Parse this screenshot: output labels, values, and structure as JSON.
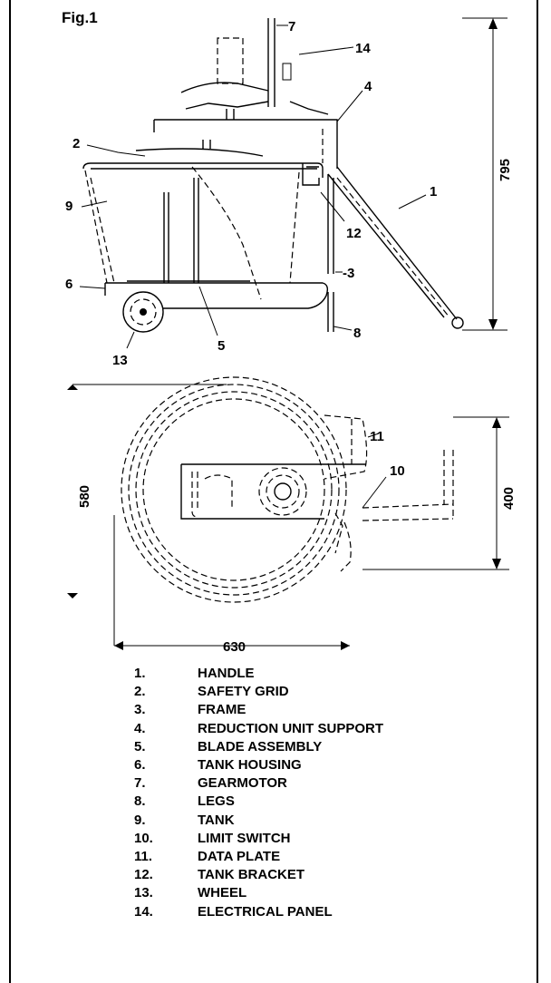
{
  "figure": {
    "title": "Fig.1"
  },
  "side_view": {
    "labels": [
      "7",
      "14",
      "4",
      "2",
      "1",
      "9",
      "12",
      "6",
      "-3",
      "8",
      "5",
      "13"
    ],
    "dimension_height": "795"
  },
  "top_view": {
    "labels": [
      "11",
      "10"
    ],
    "dimension_depth": "580",
    "dimension_width": "630",
    "dimension_bracket": "400"
  },
  "legend": [
    {
      "num": "1.",
      "text": "HANDLE"
    },
    {
      "num": "2.",
      "text": "SAFETY GRID"
    },
    {
      "num": "3.",
      "text": "FRAME"
    },
    {
      "num": "4.",
      "text": "REDUCTION UNIT SUPPORT"
    },
    {
      "num": "5.",
      "text": "BLADE ASSEMBLY"
    },
    {
      "num": "6.",
      "text": "TANK HOUSING"
    },
    {
      "num": "7.",
      "text": "GEARMOTOR"
    },
    {
      "num": "8.",
      "text": "LEGS"
    },
    {
      "num": "9.",
      "text": "TANK"
    },
    {
      "num": "10.",
      "text": "LIMIT SWITCH"
    },
    {
      "num": "11.",
      "text": "DATA PLATE"
    },
    {
      "num": "12.",
      "text": "TANK BRACKET"
    },
    {
      "num": "13.",
      "text": "WHEEL"
    },
    {
      "num": "14.",
      "text": "ELECTRICAL PANEL"
    }
  ]
}
